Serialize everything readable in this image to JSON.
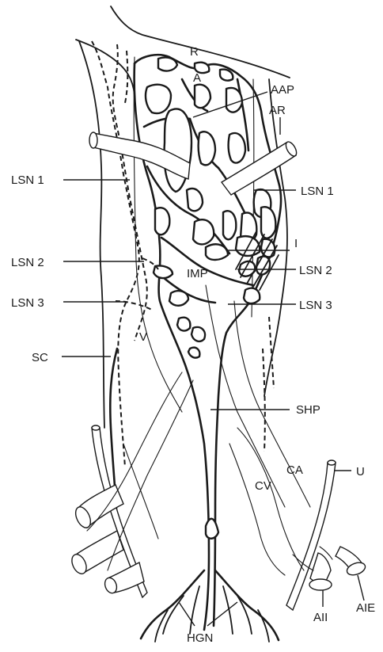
{
  "labels": {
    "R": "R",
    "A": "A",
    "AAP": "AAP",
    "AR": "AR",
    "LSN1_left": "LSN 1",
    "LSN1_right": "LSN 1",
    "I": "I",
    "LSN2_left": "LSN 2",
    "LSN2_right": "LSN 2",
    "IMP": "IMP",
    "LSN3_left": "LSN 3",
    "LSN3_right": "LSN 3",
    "V": "V",
    "SC": "SC",
    "SHP": "SHP",
    "CA": "CA",
    "U": "U",
    "CV": "CV",
    "AII": "AII",
    "AIE": "AIE",
    "HGN": "HGN"
  }
}
